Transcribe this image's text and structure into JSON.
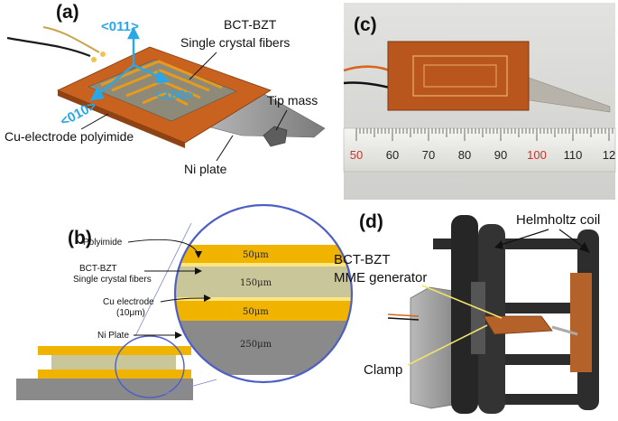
{
  "panels": {
    "a": {
      "label": "(a)",
      "fiber_label_line1": "BCT-BZT",
      "fiber_label_line2": "Single crystal fibers",
      "dir_011": "<011>",
      "dir_100": "<100>",
      "dir_010": "<010>",
      "electrode_label": "Cu-electrode polyimide",
      "tip_mass_label": "Tip mass",
      "ni_plate_label": "Ni plate"
    },
    "b": {
      "label": "(b)",
      "polyimide_label": "Polyimide",
      "fiber_label_line1": "BCT-BZT",
      "fiber_label_line2": "Single crystal fibers",
      "cu_label": "Cu electrode",
      "cu_thickness": "(10μm)",
      "ni_label": "Ni Plate",
      "layer_thicknesses": [
        "50μm",
        "150μm",
        "50μm",
        "250μm"
      ]
    },
    "c": {
      "label": "(c)",
      "ruler_marks": [
        "50",
        "60",
        "70",
        "80",
        "90",
        "100",
        "110",
        "12"
      ]
    },
    "d": {
      "label": "(d)",
      "coil_label": "Helmholtz coil",
      "generator_line1": "BCT-BZT",
      "generator_line2": "MME generator",
      "clamp_label": "Clamp"
    }
  },
  "colors": {
    "gold": "#f0b400",
    "copper": "#c8621e",
    "fiber_beige": "#c9c69a",
    "ni_gray": "#8a8a8a",
    "direction_blue": "#2aa7e6",
    "zoom_circle": "#4d5fc4"
  }
}
